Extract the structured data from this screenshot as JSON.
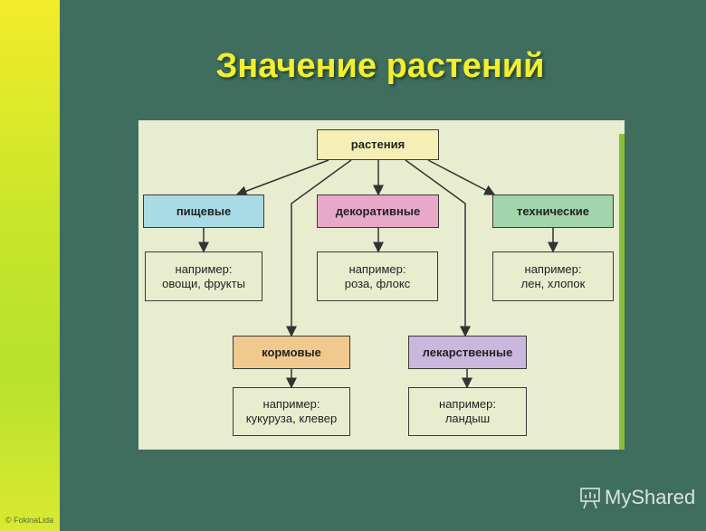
{
  "title": "Значение растений",
  "credit": "© FokinaLida",
  "watermark": "MyShared",
  "diagram": {
    "root": "растения",
    "categories": [
      {
        "label": "пищевые",
        "example_line1": "например:",
        "example_line2": "овощи, фрукты",
        "color": "#a9dbe6"
      },
      {
        "label": "декоративные",
        "example_line1": "например:",
        "example_line2": "роза, флокс",
        "color": "#e8a9c9"
      },
      {
        "label": "технические",
        "example_line1": "например:",
        "example_line2": "лен, хлопок",
        "color": "#a2d5ab"
      },
      {
        "label": "кормовые",
        "example_line1": "например:",
        "example_line2": "кукуруза, клевер",
        "color": "#f1c98f"
      },
      {
        "label": "лекарственные",
        "example_line1": "например:",
        "example_line2": "ландыш",
        "color": "#cbb6dd"
      }
    ]
  }
}
